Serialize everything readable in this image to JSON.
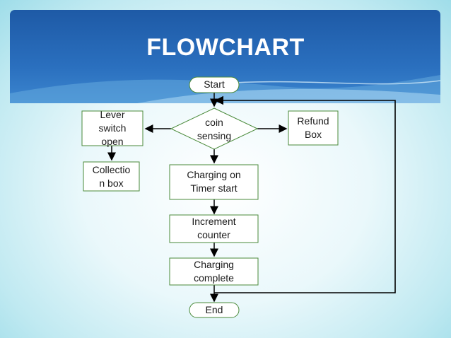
{
  "slide": {
    "title": "FLOWCHART",
    "colors": {
      "banner": "#2a6fbe",
      "node_border": "#4a8a3a",
      "arrow": "#000000"
    }
  },
  "diagram": {
    "nodes": {
      "start": "Start",
      "coin_sensing": [
        "coin",
        "sensing"
      ],
      "lever_switch": [
        "Lever",
        "switch",
        "open"
      ],
      "refund_box": [
        "Refund",
        "Box"
      ],
      "collection_box": [
        "Collectio",
        "n box"
      ],
      "charging_on": [
        "Charging on",
        "Timer start"
      ],
      "increment_counter": [
        "Increment",
        "counter"
      ],
      "charging_complete": [
        "Charging",
        "complete"
      ],
      "end": "End"
    },
    "edges": [
      [
        "start",
        "coin_sensing"
      ],
      [
        "coin_sensing",
        "lever_switch"
      ],
      [
        "coin_sensing",
        "refund_box"
      ],
      [
        "lever_switch",
        "collection_box"
      ],
      [
        "coin_sensing",
        "charging_on"
      ],
      [
        "charging_on",
        "increment_counter"
      ],
      [
        "increment_counter",
        "charging_complete"
      ],
      [
        "charging_complete",
        "end"
      ],
      [
        "charging_complete",
        "coin_sensing"
      ]
    ]
  }
}
